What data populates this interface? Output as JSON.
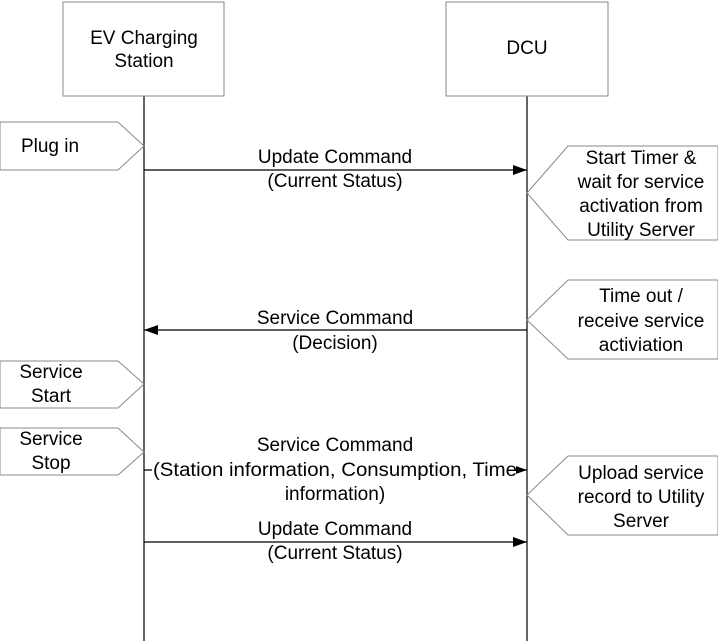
{
  "participants": {
    "left": {
      "line1": "EV Charging",
      "line2": "Station"
    },
    "right": {
      "line1": "DCU"
    }
  },
  "left_notes": {
    "plug_in": "Plug in",
    "service_start": {
      "line1": "Service",
      "line2": "Start"
    },
    "service_stop": {
      "line1": "Service",
      "line2": "Stop"
    }
  },
  "right_notes": {
    "start_timer": {
      "line1": "Start Timer &",
      "line2": "wait for service",
      "line3": "activation from",
      "line4": "Utility Server"
    },
    "time_out": {
      "line1": "Time out /",
      "line2": "receive service",
      "line3": "activiation"
    },
    "upload": {
      "line1": "Upload service",
      "line2": "record to Utility",
      "line3": "Server"
    }
  },
  "messages": {
    "m1": {
      "line1": "Update Command",
      "line2": "(Current Status)"
    },
    "m2": {
      "line1": "Service Command",
      "line2": "(Decision)"
    },
    "m3": {
      "line1": "Service Command",
      "line2": "(Station information, Consumption, Time",
      "line3": "information)"
    },
    "m4": {
      "line1": "Update Command",
      "line2": "(Current Status)"
    }
  }
}
